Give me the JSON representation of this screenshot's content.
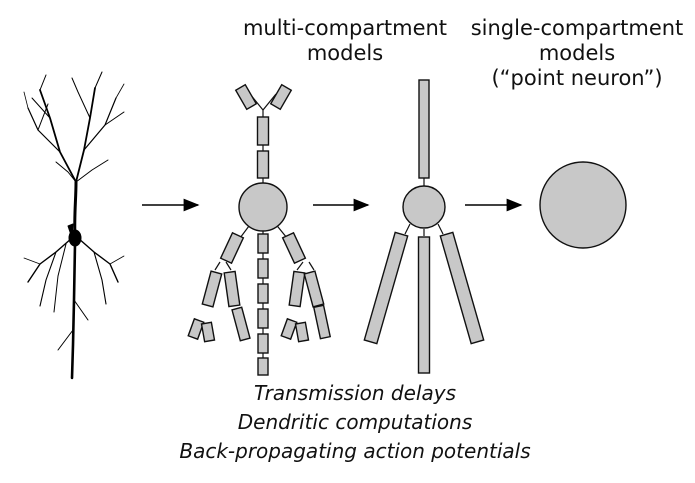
{
  "headers": {
    "multi": [
      "multi-compartment",
      "models"
    ],
    "single": [
      "single-compartment",
      "models",
      "(“point neuron”)"
    ]
  },
  "notes": [
    "Transmission delays",
    "Dendritic computations",
    "Back-propagating action potentials"
  ],
  "colors": {
    "compartment_fill": "#c8c8c8",
    "outline": "#111111",
    "neuron_ink": "#000000"
  }
}
